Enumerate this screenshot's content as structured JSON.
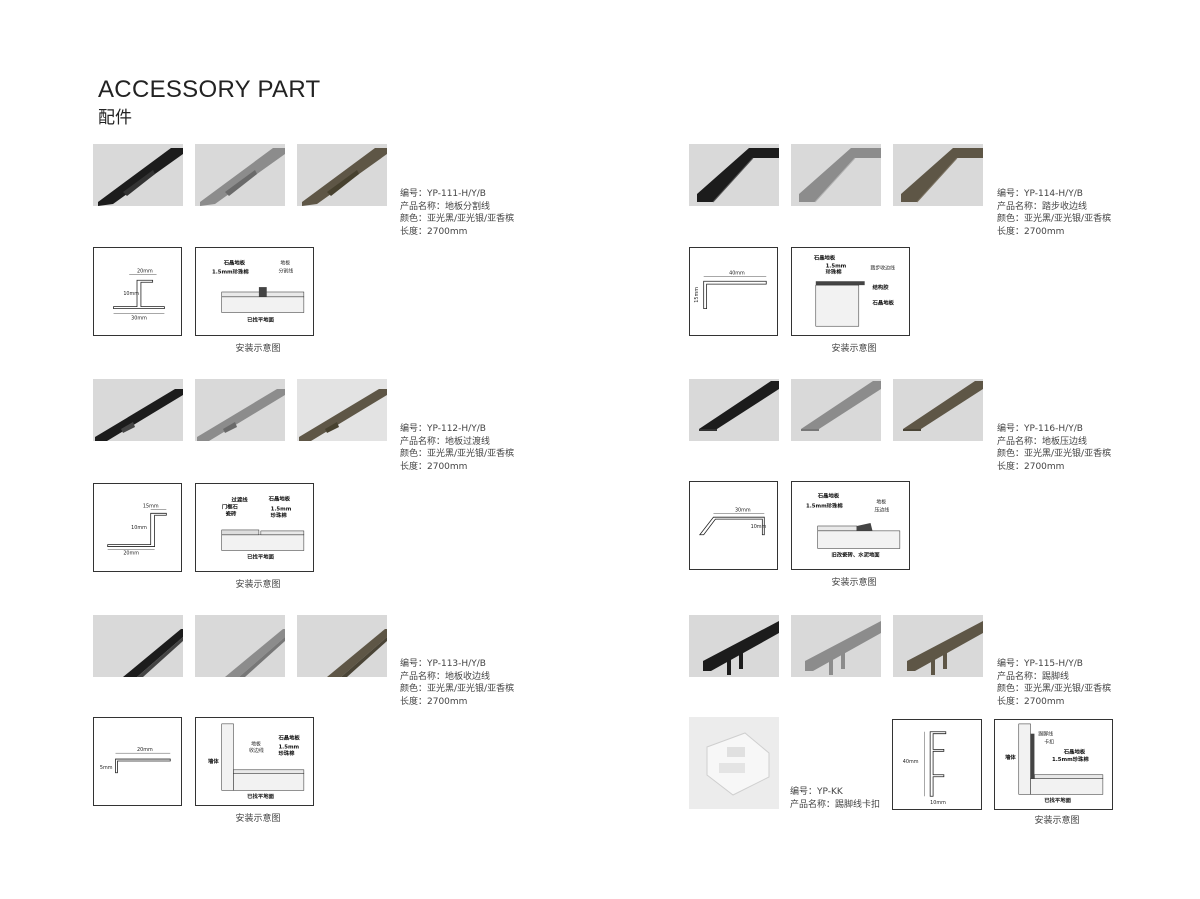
{
  "header": {
    "title": "ACCESSORY PART",
    "subtitle": "配件"
  },
  "caption": "安装示意图",
  "colors": {
    "black": "#1c1c1c",
    "silver": "#8c8c8c",
    "champagne": "#5e5646",
    "photo_bg": "#d9d9d9"
  },
  "products": [
    {
      "code": "编号：YP-111-H/Y/B",
      "name": "产品名称：地板分割线",
      "color": "颜色：亚光黑/亚光银/亚香槟",
      "length": "长度：2700mm",
      "dims": [
        "20mm",
        "10mm",
        "30mm"
      ],
      "labels": [
        "石晶地板",
        "1.5mm珍珠棉",
        "地板",
        "分割线",
        "已找平地面"
      ]
    },
    {
      "code": "编号：YP-112-H/Y/B",
      "name": "产品名称：地板过渡线",
      "color": "颜色：亚光黑/亚光银/亚香槟",
      "length": "长度：2700mm",
      "dims": [
        "15mm",
        "10mm",
        "20mm"
      ],
      "labels": [
        "过渡线",
        "门框石",
        "瓷砖",
        "石晶地板",
        "1.5mm",
        "珍珠棉",
        "已找平地面"
      ]
    },
    {
      "code": "编号：YP-113-H/Y/B",
      "name": "产品名称：地板收边线",
      "color": "颜色：亚光黑/亚光银/亚香槟",
      "length": "长度：2700mm",
      "dims": [
        "20mm",
        "5mm"
      ],
      "labels": [
        "地板",
        "收边线",
        "石晶地板",
        "1.5mm",
        "珍珠棉",
        "墙体",
        "已找平地面"
      ]
    },
    {
      "code": "编号：YP-114-H/Y/B",
      "name": "产品名称：踏步收边线",
      "color": "颜色：亚光黑/亚光银/亚香槟",
      "length": "长度：2700mm",
      "dims": [
        "40mm",
        "15mm"
      ],
      "labels": [
        "石晶地板",
        "1.5mm",
        "珍珠棉",
        "踏步收边线",
        "结构胶",
        "石晶地板"
      ]
    },
    {
      "code": "编号：YP-116-H/Y/B",
      "name": "产品名称：地板压边线",
      "color": "颜色：亚光黑/亚光银/亚香槟",
      "length": "长度：2700mm",
      "dims": [
        "30mm",
        "10mm"
      ],
      "labels": [
        "石晶地板",
        "1.5mm珍珠棉",
        "地板",
        "压边线",
        "旧改瓷砖、水泥地面"
      ]
    },
    {
      "code": "编号：YP-115-H/Y/B",
      "name": "产品名称：踢脚线",
      "color": "颜色：亚光黑/亚光银/亚香槟",
      "length": "长度：2700mm",
      "dims": [
        "40mm",
        "10mm"
      ],
      "labels": [
        "踢脚线",
        "卡扣",
        "石晶地板",
        "1.5mm珍珠棉",
        "墙体",
        "已找平地面"
      ]
    }
  ],
  "clip": {
    "code": "编号：YP-KK",
    "name": "产品名称：踢脚线卡扣"
  }
}
